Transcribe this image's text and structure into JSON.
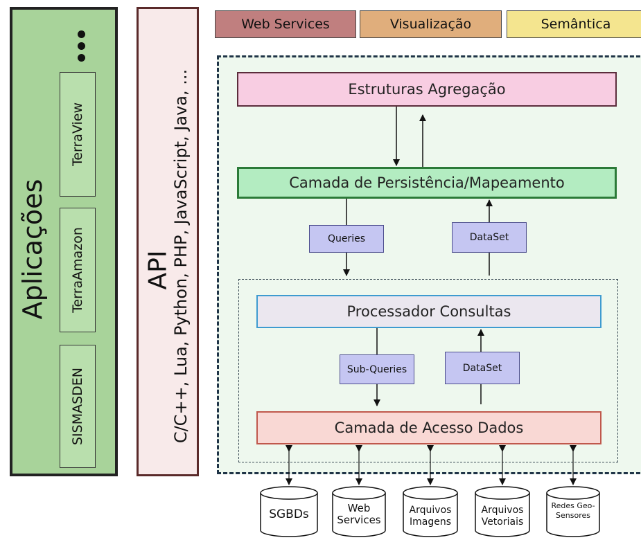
{
  "applications": {
    "title": "Aplicações",
    "items": [
      "SISMASDEN",
      "TerraAmazon",
      "TerraView"
    ],
    "more": "•••"
  },
  "api": {
    "title": "API",
    "languages": "C/C++, Lua, Python, PHP, JavaScript, Java, ..."
  },
  "tabs": [
    "Web Services",
    "Visualização",
    "Semântica"
  ],
  "layers": {
    "aggregation": "Estruturas Agregação",
    "persistence": "Camada de Persistência/Mapeamento",
    "query_processor": "Processador Consultas",
    "data_access": "Camada de Acesso Dados"
  },
  "flows": {
    "queries": "Queries",
    "dataset_upper": "DataSet",
    "subqueries": "Sub-Queries",
    "dataset_lower": "DataSet"
  },
  "sources": [
    {
      "name": "SGBDs"
    },
    {
      "name": "Web Services"
    },
    {
      "name": "Arquivos Imagens"
    },
    {
      "name": "Arquivos Vetoriais"
    },
    {
      "name": "Redes Geo-Sensores"
    }
  ],
  "colors": {
    "apps_bg": "#a8d39a",
    "web_services_tab": "#c07f7f",
    "visualizacao_tab": "#e0ae7c",
    "semantica_tab": "#f4e58f"
  }
}
